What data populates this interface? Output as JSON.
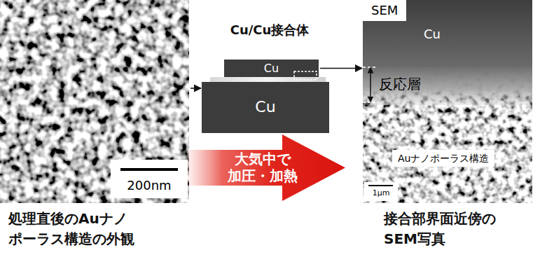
{
  "diagram": {
    "nodes": [
      {
        "text": [
          "処理直後のAuナノ ポーラス構造の外観"
        ]
      },
      {
        "text": [
          "200nm"
        ],
        "in": 0
      },
      {
        "text": [
          "Cu"
        ]
      },
      {
        "text": [
          "Cu"
        ]
      },
      {
        "text": [
          "大気中で 加圧・加熱"
        ]
      },
      {
        "text": [
          "接合部界面近傍の SEM写真"
        ]
      },
      {
        "text": [
          "SEM"
        ],
        "in": 5
      },
      {
        "text": [
          "Auナノポーラス構造"
        ],
        "in": 5
      }
    ],
    "edges": [
      {
        "from": 0,
        "to": 3,
        "arrow": "to"
      },
      {
        "from": 2,
        "to": 5,
        "arrow": "to"
      }
    ],
    "labels": [
      "Cu/Cu接合体",
      "Cu",
      "反応層",
      "1μm"
    ]
  }
}
